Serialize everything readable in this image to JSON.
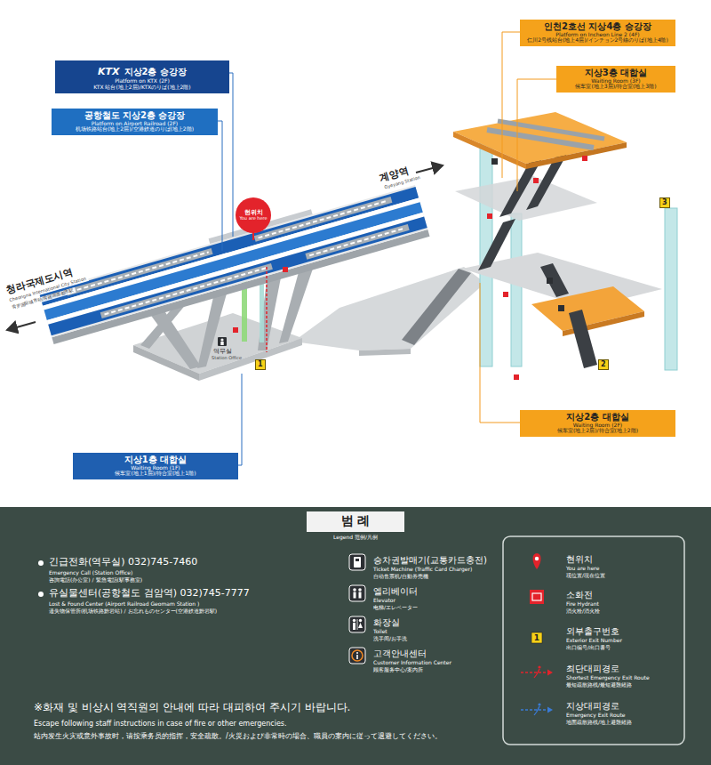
{
  "diagram": {
    "nodes": [
      {
        "text": [
          "인천2호선 지상4층 승강장",
          "Platform on Incheon Line 2 (4F)",
          "仁川2号线站台(地上4层)/インチョン2号線のりば(地上4階)"
        ]
      },
      {
        "text": [
          "KTX",
          "지상2층 승강장",
          "Platform on KTX (2F)",
          "KTX 站台(地上2层)/KTXのりば(地上2階)"
        ]
      },
      {
        "text": [
          "지상3층 대합실",
          "Waiting Room (3F)",
          "候车室(地上3层)/待合室(地上3階)"
        ]
      },
      {
        "text": [
          "공항철도 지상2층 승강장",
          "Platform on Airport Railroad (2F)",
          "机场铁路站台(地上2层)/空港鉄道のりば(地上2階)"
        ]
      },
      {
        "text": [
          "3"
        ]
      },
      {
        "text": [
          "현위치",
          "You are here"
        ]
      },
      {
        "text": [
          "1"
        ]
      },
      {
        "text": [
          "2"
        ]
      },
      {
        "text": [
          "지상2층 대합실",
          "Waiting Room (2F)",
          "候车室(地上2层)/待合室(地上2階)"
        ]
      },
      {
        "text": [
          "지상1층 대합실",
          "Waiting Room (1F)",
          "候车室(地上1层)/待合室(地上1階)"
        ]
      }
    ],
    "labels": [
      "계양역",
      "Gyeyang Station",
      "청라국제도시역",
      "Cheongna International City Station",
      "青罗国际城市站/青羅国際都市駅",
      "역무실",
      "Station Office",
      "범 례",
      "Legend 范例/凡例",
      "긴급전화(역무실) 032)745-7460",
      "Emergency Call (Station Office)",
      "咨詢電話(办公室) / 緊急電話(駅事務室)",
      "유실물센터(공항철도 검암역) 032)745-7777",
      "Lost & Found Center (Airport Railroad Geomam Station )",
      "遗失物保管所(机场铁路黔岩站) / お忘れものセンター(空港鉄道黔岩駅)",
      "Ticket Machine (Traffic Card Charger)",
      "自动售票机/自動券売機",
      "Elevator",
      "电梯/エレベーター",
      "Toilet",
      "洗手间/お手洗",
      "Customer Information Center",
      "顾客服务中心/案内所",
      "You are here",
      "现位置/現在位置",
      "Fire Hydrant",
      "消火栓/消火栓",
      "1",
      "Exterior Exit Number",
      "出口编号/出口番号",
      "Shortest Emergency Exit Route",
      "最短疏散路线/最短避難経路",
      "Emergency Exit Route",
      "地面疏散路线/地上避難経路",
      "※화재 및 비상시 역직원의 안내에 따라 대피하여 주시기 바랍니다.",
      "Escape following staff instructions in case of fire or other emergencies.",
      "站内发生火灾或意外事故时，请按乘务员的指挥，安全疏散。/火災および非常時の場合、職員の案内に従って退避してください。"
    ],
    "legend": [
      {
        "text": "승차권발매기(교통카드충전)"
      },
      {
        "text": "엘리베이터"
      },
      {
        "text": "화장실"
      },
      {
        "text": "고객안내센터"
      },
      {
        "text": "현위치"
      },
      {
        "text": "소화전"
      },
      {
        "text": "외부출구번호"
      },
      {
        "text": "최단대피경로"
      },
      {
        "text": "지상대피경로"
      }
    ]
  }
}
